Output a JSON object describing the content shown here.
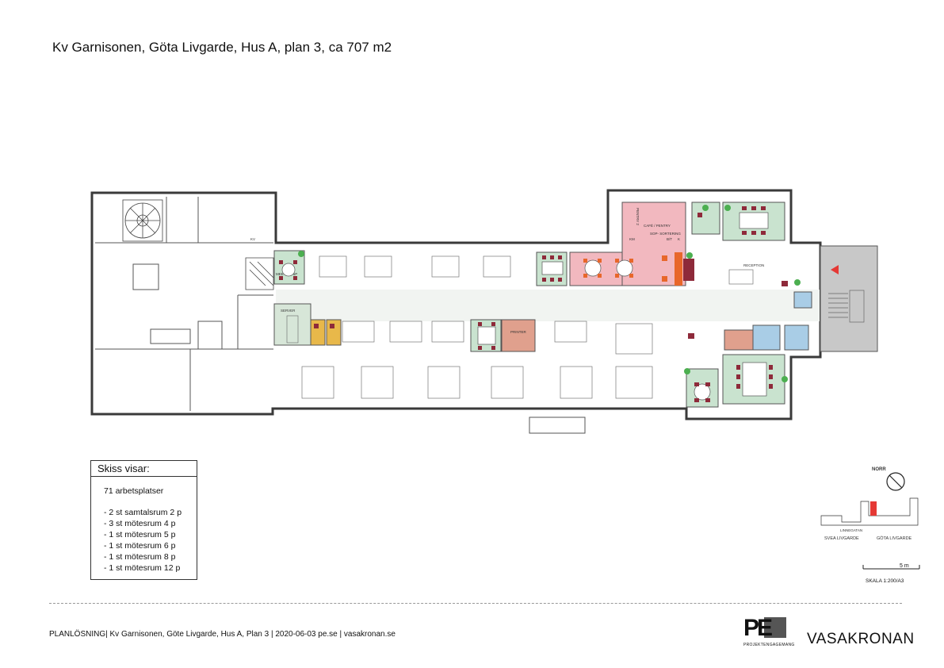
{
  "title": "Kv Garnisonen, Göta Livgarde, Hus A,  plan 3, ca 707 m2",
  "legend": {
    "heading": "Skiss visar:",
    "workstations": "71 arbetsplatser",
    "items": [
      "- 2 st samtalsrum 2 p",
      "- 3 st mötesrum 4 p",
      "- 1 st mötesrum 5 p",
      "- 1 st mötesrum 6 p",
      "- 1 st mötesrum 8 p",
      "- 1 st mötesrum 12 p"
    ]
  },
  "room_labels": {
    "meeting": "MEETING 6P",
    "server": "SERVER",
    "printer": "PRINTER",
    "cafe": "CAFÉ / PENTRY",
    "pentry": "PENTRY 2",
    "sorting": "SOP- SORTERING",
    "reception": "RECEPTION",
    "km": "KM",
    "kv": "KV",
    "bkt": "B/T",
    "k": "K"
  },
  "north_label": "NORR",
  "keymap": {
    "left_label": "SVEA LIVGARDE",
    "right_label": "GÖTA LIVGARDE",
    "street_label": "LINNEGATAN"
  },
  "scale": {
    "bar_label": "5 m",
    "ratio": "SKALA 1:200/A3"
  },
  "footer": "PLANLÖSNING| Kv Garnisonen,  Göte Livgarde, Hus A, Plan 3  | 2020-06-03  pe.se  | vasakronan.se",
  "pe_logo": {
    "mark": "PE",
    "subtitle": "PROJEKTENGAGEMANG"
  },
  "brand": "VASAKRONAN",
  "colors": {
    "wall": "#3a3a3a",
    "meeting_green": "#c9e3cf",
    "cafe_pink": "#f2b8bf",
    "focus_yellow": "#e8b84a",
    "wc_blue": "#a9cde6",
    "salmon": "#e0a08d",
    "stair_grey": "#c8c8c8",
    "chair_red": "#8e2a3a",
    "orange": "#e8672a"
  }
}
